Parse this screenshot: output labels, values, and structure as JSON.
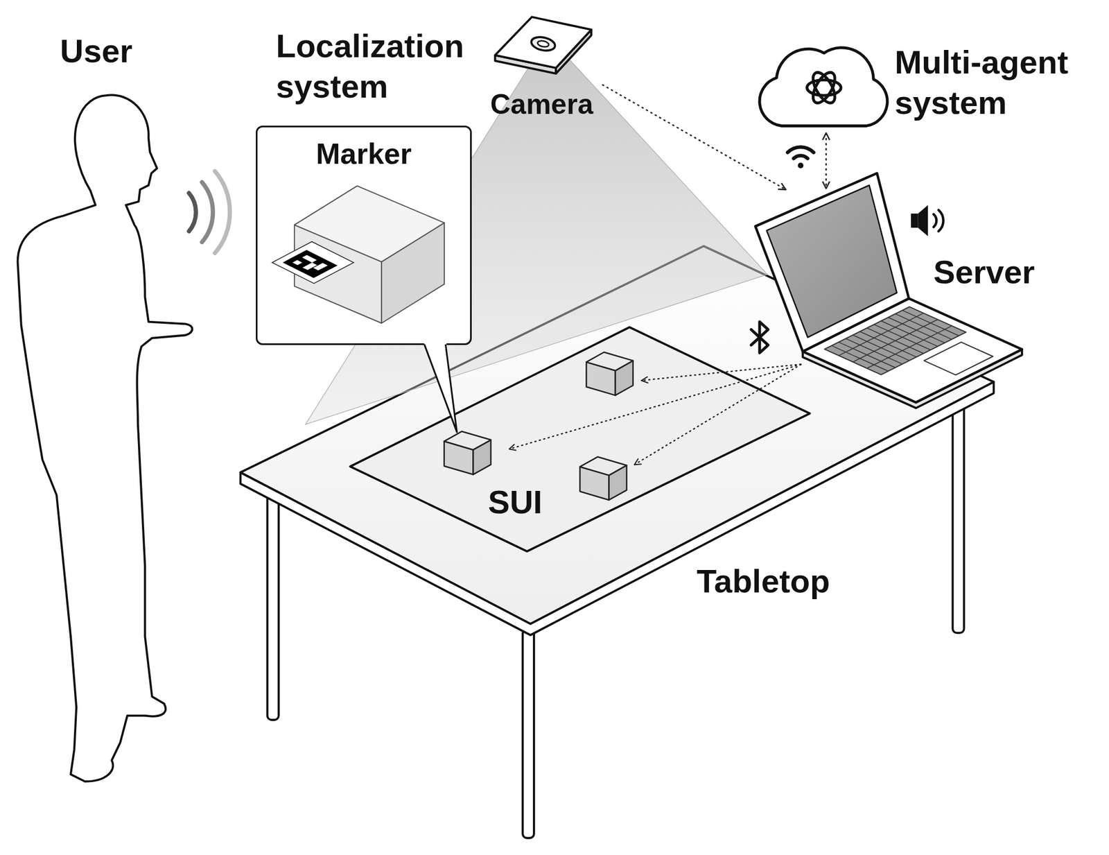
{
  "diagram": {
    "nodes": [
      {
        "text": [
          "Camera"
        ]
      },
      {
        "text": [
          "Multi-agent system"
        ]
      },
      {
        "text": [
          "Marker"
        ]
      },
      {
        "text": [
          "Server"
        ]
      },
      {
        "text": [
          "SUI"
        ]
      }
    ],
    "edges": [
      {
        "from": 0,
        "to": 3,
        "arrow": "to"
      },
      {
        "from": 1,
        "to": 3,
        "arrow": "both"
      }
    ],
    "labels": [
      "User",
      "Localization system",
      "Tabletop"
    ]
  }
}
